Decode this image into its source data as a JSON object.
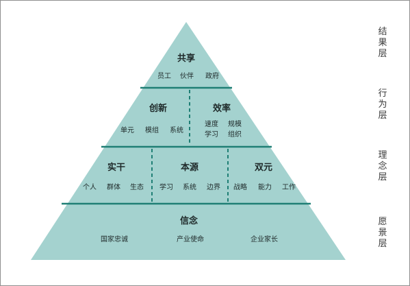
{
  "colors": {
    "fill": "#a4d2cf",
    "divider": "#1f7f75",
    "text": "#1f2a2a",
    "layer_text": "#3a3a3a"
  },
  "pyramid": {
    "top": {
      "title": "共享",
      "items": [
        "员工",
        "伙伴",
        "政府"
      ]
    },
    "tier2": {
      "left": {
        "title": "创新",
        "items": [
          "单元",
          "模组",
          "系统"
        ]
      },
      "right": {
        "title": "效率",
        "items": [
          "速度",
          "规模",
          "学习",
          "组织"
        ]
      }
    },
    "tier3": {
      "left": {
        "title": "实干",
        "items": [
          "个人",
          "群体",
          "生态"
        ]
      },
      "middle": {
        "title": "本源",
        "items": [
          "学习",
          "系统",
          "边界"
        ]
      },
      "right": {
        "title": "双元",
        "items": [
          "战略",
          "能力",
          "工作"
        ]
      }
    },
    "base": {
      "title": "信念",
      "items": [
        "国家忠诚",
        "产业使命",
        "企业家长"
      ]
    }
  },
  "layers": [
    [
      "结",
      "果",
      "层"
    ],
    [
      "行",
      "为",
      "层"
    ],
    [
      "理",
      "念",
      "层"
    ],
    [
      "愿",
      "景",
      "层"
    ]
  ]
}
